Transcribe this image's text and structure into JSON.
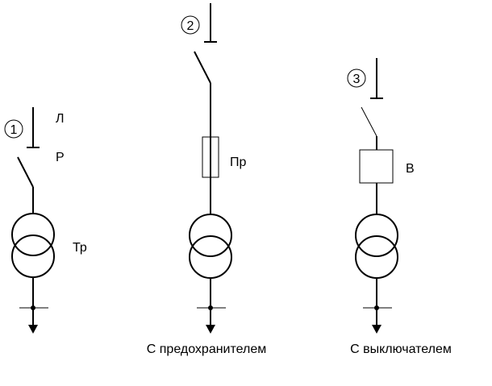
{
  "scheme1": {
    "number": "1",
    "label_line": "Л",
    "label_disconnector": "Р",
    "label_transformer": "Тр",
    "caption": ""
  },
  "scheme2": {
    "number": "2",
    "label_fuse": "Пр",
    "caption": "С предохранителем"
  },
  "scheme3": {
    "number": "3",
    "label_breaker": "В",
    "caption": "С выключателем"
  }
}
